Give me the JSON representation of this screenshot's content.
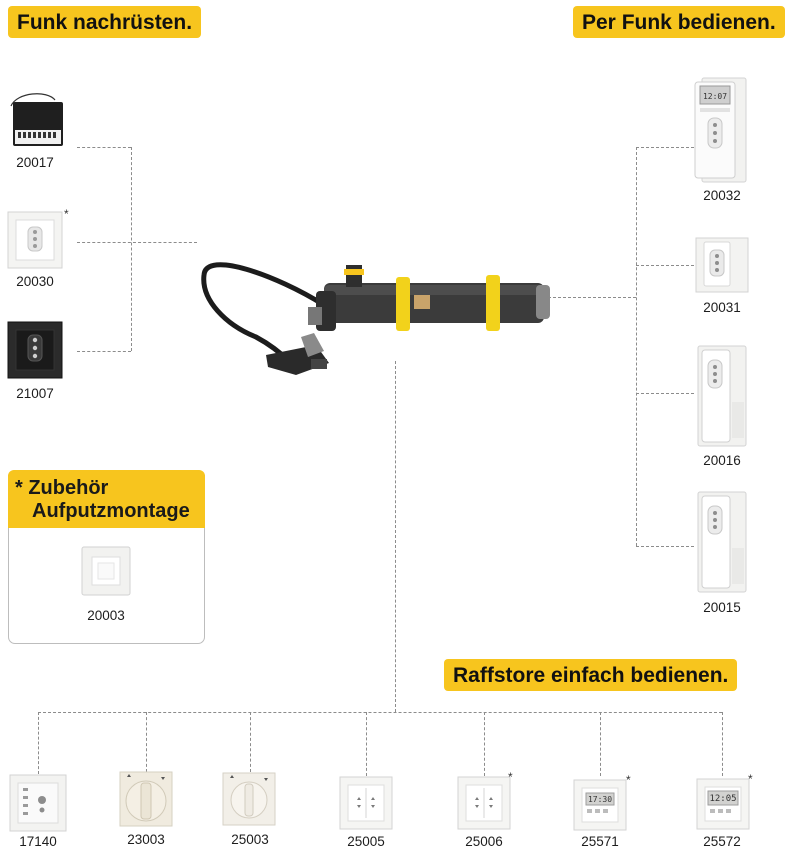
{
  "headings": {
    "left": "Funk nachrüsten.",
    "right": "Per Funk bedienen.",
    "bottom": "Raffstore einfach bedienen."
  },
  "accessory": {
    "line1": "* Zubehör",
    "line2": "Aufputzmontage",
    "code": "20003"
  },
  "asterisk": "*",
  "left_devices": [
    {
      "code": "20017",
      "icon": "radio-actuator-module",
      "asterisk": false
    },
    {
      "code": "20030",
      "icon": "white-wall-transmitter",
      "asterisk": true
    },
    {
      "code": "21007",
      "icon": "black-wall-transmitter",
      "asterisk": false
    }
  ],
  "right_devices": [
    {
      "code": "20032",
      "icon": "handheld-timer-transmitter"
    },
    {
      "code": "20031",
      "icon": "wall-transmitter-with-holder"
    },
    {
      "code": "20016",
      "icon": "handheld-transmitter-with-holder"
    },
    {
      "code": "20015",
      "icon": "handheld-transmitter-with-holder"
    }
  ],
  "bottom_devices": [
    {
      "code": "17140",
      "icon": "keypad-switch",
      "asterisk": false
    },
    {
      "code": "23003",
      "icon": "rotary-switch-cream",
      "asterisk": false
    },
    {
      "code": "25003",
      "icon": "rotary-switch-white",
      "asterisk": false
    },
    {
      "code": "25005",
      "icon": "rocker-switch",
      "asterisk": false
    },
    {
      "code": "25006",
      "icon": "rocker-switch",
      "asterisk": true
    },
    {
      "code": "25571",
      "icon": "timer-display-switch",
      "asterisk": true
    },
    {
      "code": "25572",
      "icon": "timer-display-switch",
      "asterisk": true
    }
  ],
  "center": {
    "icon": "tubular-motor-with-cable"
  },
  "colors": {
    "accent": "#f7c51e",
    "line": "#8c8c8c"
  }
}
